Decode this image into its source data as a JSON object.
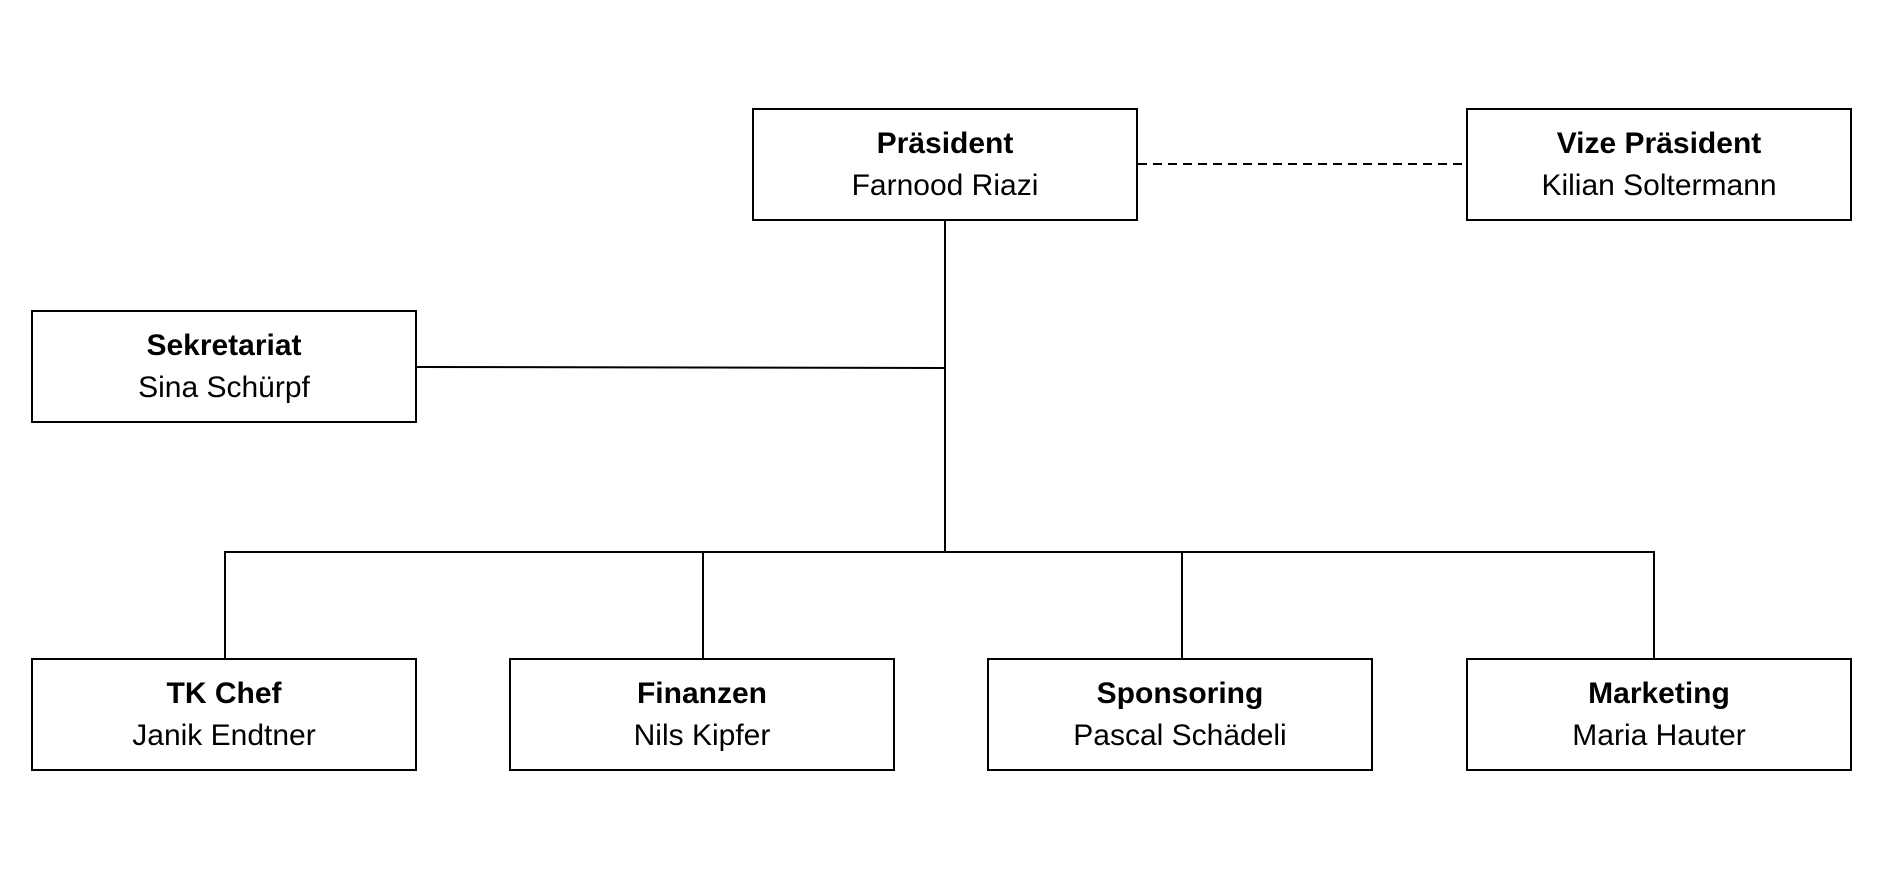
{
  "org_chart": {
    "president": {
      "role": "Präsident",
      "name": "Farnood Riazi"
    },
    "vice_president": {
      "role": "Vize Präsident",
      "name": "Kilian Soltermann"
    },
    "secretariat": {
      "role": "Sekretariat",
      "name": "Sina Schürpf"
    },
    "departments": [
      {
        "role": "TK Chef",
        "name": "Janik Endtner"
      },
      {
        "role": "Finanzen",
        "name": "Nils Kipfer"
      },
      {
        "role": "Sponsoring",
        "name": "Pascal Schädeli"
      },
      {
        "role": "Marketing",
        "name": "Maria Hauter"
      }
    ],
    "connections": [
      {
        "from": "president",
        "to": "vice_president",
        "style": "dashed"
      },
      {
        "from": "president",
        "to": "secretariat",
        "style": "solid"
      },
      {
        "from": "president",
        "to": "departments",
        "style": "solid"
      }
    ],
    "line_color": "#000000",
    "box_border_color": "#000000"
  }
}
